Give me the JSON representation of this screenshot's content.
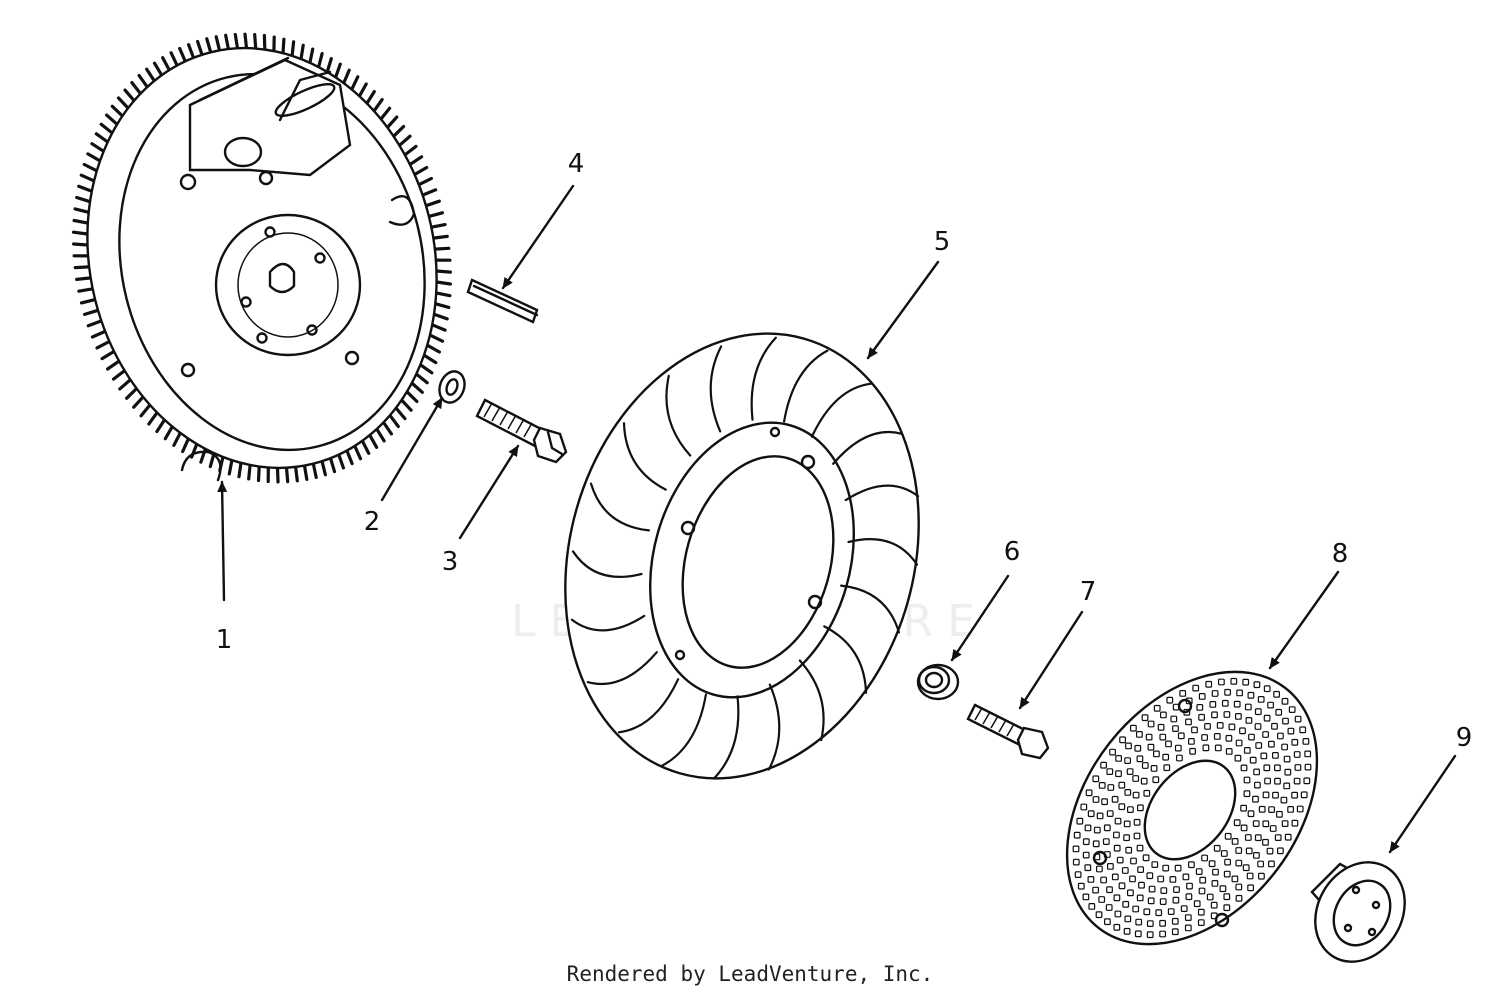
{
  "watermark": "LEADVENTURE",
  "footer": "Rendered by LeadVenture, Inc.",
  "callouts": [
    {
      "id": "1",
      "label": "1",
      "part": "flywheel"
    },
    {
      "id": "2",
      "label": "2",
      "part": "washer"
    },
    {
      "id": "3",
      "label": "3",
      "part": "screw"
    },
    {
      "id": "4",
      "label": "4",
      "part": "key"
    },
    {
      "id": "5",
      "label": "5",
      "part": "fan"
    },
    {
      "id": "6",
      "label": "6",
      "part": "spacer"
    },
    {
      "id": "7",
      "label": "7",
      "part": "screw"
    },
    {
      "id": "8",
      "label": "8",
      "part": "screen"
    },
    {
      "id": "9",
      "label": "9",
      "part": "hub"
    }
  ]
}
